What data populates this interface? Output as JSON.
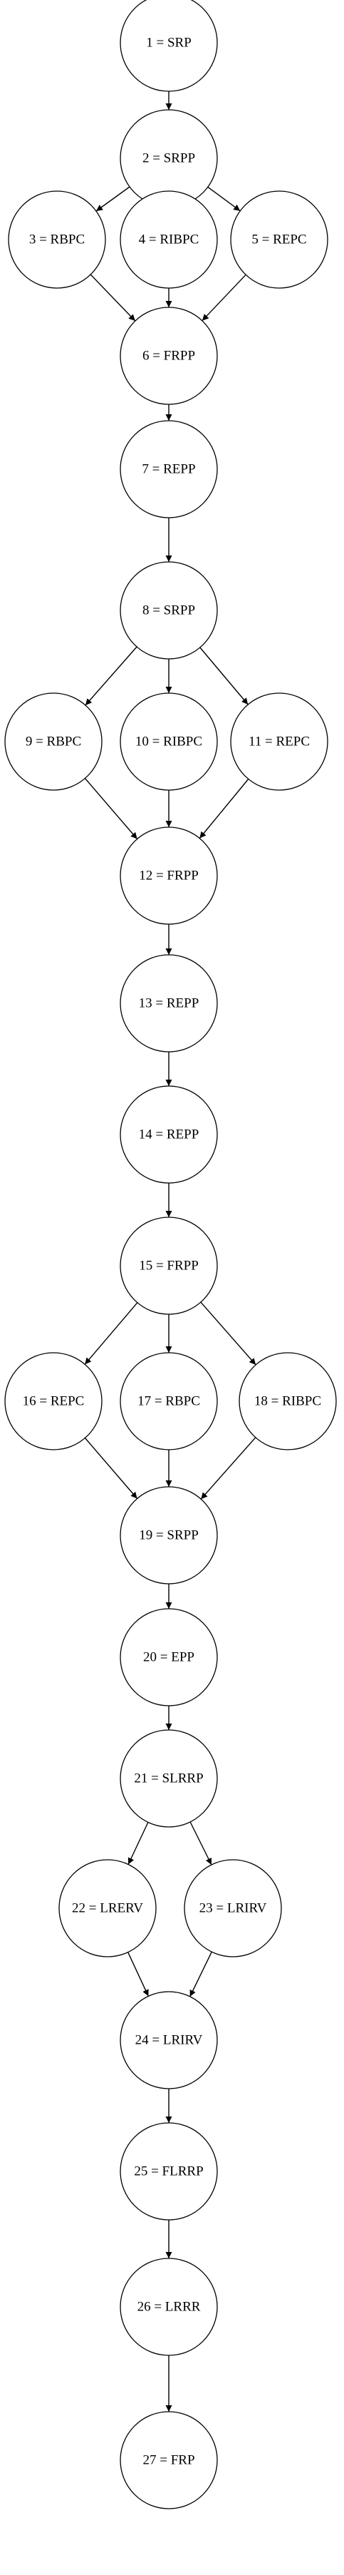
{
  "nodes": [
    {
      "id": "n1",
      "label": "1 = SRP"
    },
    {
      "id": "n2",
      "label": "2 = SRPP"
    },
    {
      "id": "n3",
      "label": "3 = RBPC"
    },
    {
      "id": "n4",
      "label": "4 = RIBPC"
    },
    {
      "id": "n5",
      "label": "5 = REPC"
    },
    {
      "id": "n6",
      "label": "6 = FRPP"
    },
    {
      "id": "n7",
      "label": "7 = REPP"
    },
    {
      "id": "n8",
      "label": "8 = SRPP"
    },
    {
      "id": "n9",
      "label": "9 = RBPC"
    },
    {
      "id": "n10",
      "label": "10 = RIBPC"
    },
    {
      "id": "n11",
      "label": "11 = REPC"
    },
    {
      "id": "n12",
      "label": "12 = FRPP"
    },
    {
      "id": "n13",
      "label": "13 = REPP"
    },
    {
      "id": "n14",
      "label": "14 = REPP"
    },
    {
      "id": "n15",
      "label": "15 = FRPP"
    },
    {
      "id": "n16",
      "label": "16 = REPC"
    },
    {
      "id": "n17",
      "label": "17 = RBPC"
    },
    {
      "id": "n18",
      "label": "18 = RIBPC"
    },
    {
      "id": "n19",
      "label": "19 = SRPP"
    },
    {
      "id": "n20",
      "label": "20 = EPP"
    },
    {
      "id": "n21",
      "label": "21 = SLRRP"
    },
    {
      "id": "n22",
      "label": "22 = LRERV"
    },
    {
      "id": "n23",
      "label": "23 = LRIRV"
    },
    {
      "id": "n24",
      "label": "24 = LRIRV"
    },
    {
      "id": "n25",
      "label": "25 = FLRRP"
    },
    {
      "id": "n26",
      "label": "26 = LRRR"
    },
    {
      "id": "n27",
      "label": "27 = FRP"
    }
  ],
  "edges": [
    [
      "n1",
      "n2"
    ],
    [
      "n2",
      "n3"
    ],
    [
      "n2",
      "n4"
    ],
    [
      "n2",
      "n5"
    ],
    [
      "n3",
      "n6"
    ],
    [
      "n4",
      "n6"
    ],
    [
      "n5",
      "n6"
    ],
    [
      "n6",
      "n7"
    ],
    [
      "n7",
      "n8"
    ],
    [
      "n8",
      "n9"
    ],
    [
      "n8",
      "n10"
    ],
    [
      "n8",
      "n11"
    ],
    [
      "n9",
      "n12"
    ],
    [
      "n10",
      "n12"
    ],
    [
      "n11",
      "n12"
    ],
    [
      "n12",
      "n13"
    ],
    [
      "n13",
      "n14"
    ],
    [
      "n14",
      "n15"
    ],
    [
      "n15",
      "n16"
    ],
    [
      "n15",
      "n17"
    ],
    [
      "n15",
      "n18"
    ],
    [
      "n16",
      "n19"
    ],
    [
      "n17",
      "n19"
    ],
    [
      "n18",
      "n19"
    ],
    [
      "n19",
      "n20"
    ],
    [
      "n20",
      "n21"
    ],
    [
      "n21",
      "n22"
    ],
    [
      "n21",
      "n23"
    ],
    [
      "n22",
      "n24"
    ],
    [
      "n23",
      "n24"
    ],
    [
      "n24",
      "n25"
    ],
    [
      "n25",
      "n26"
    ],
    [
      "n26",
      "n27"
    ]
  ]
}
